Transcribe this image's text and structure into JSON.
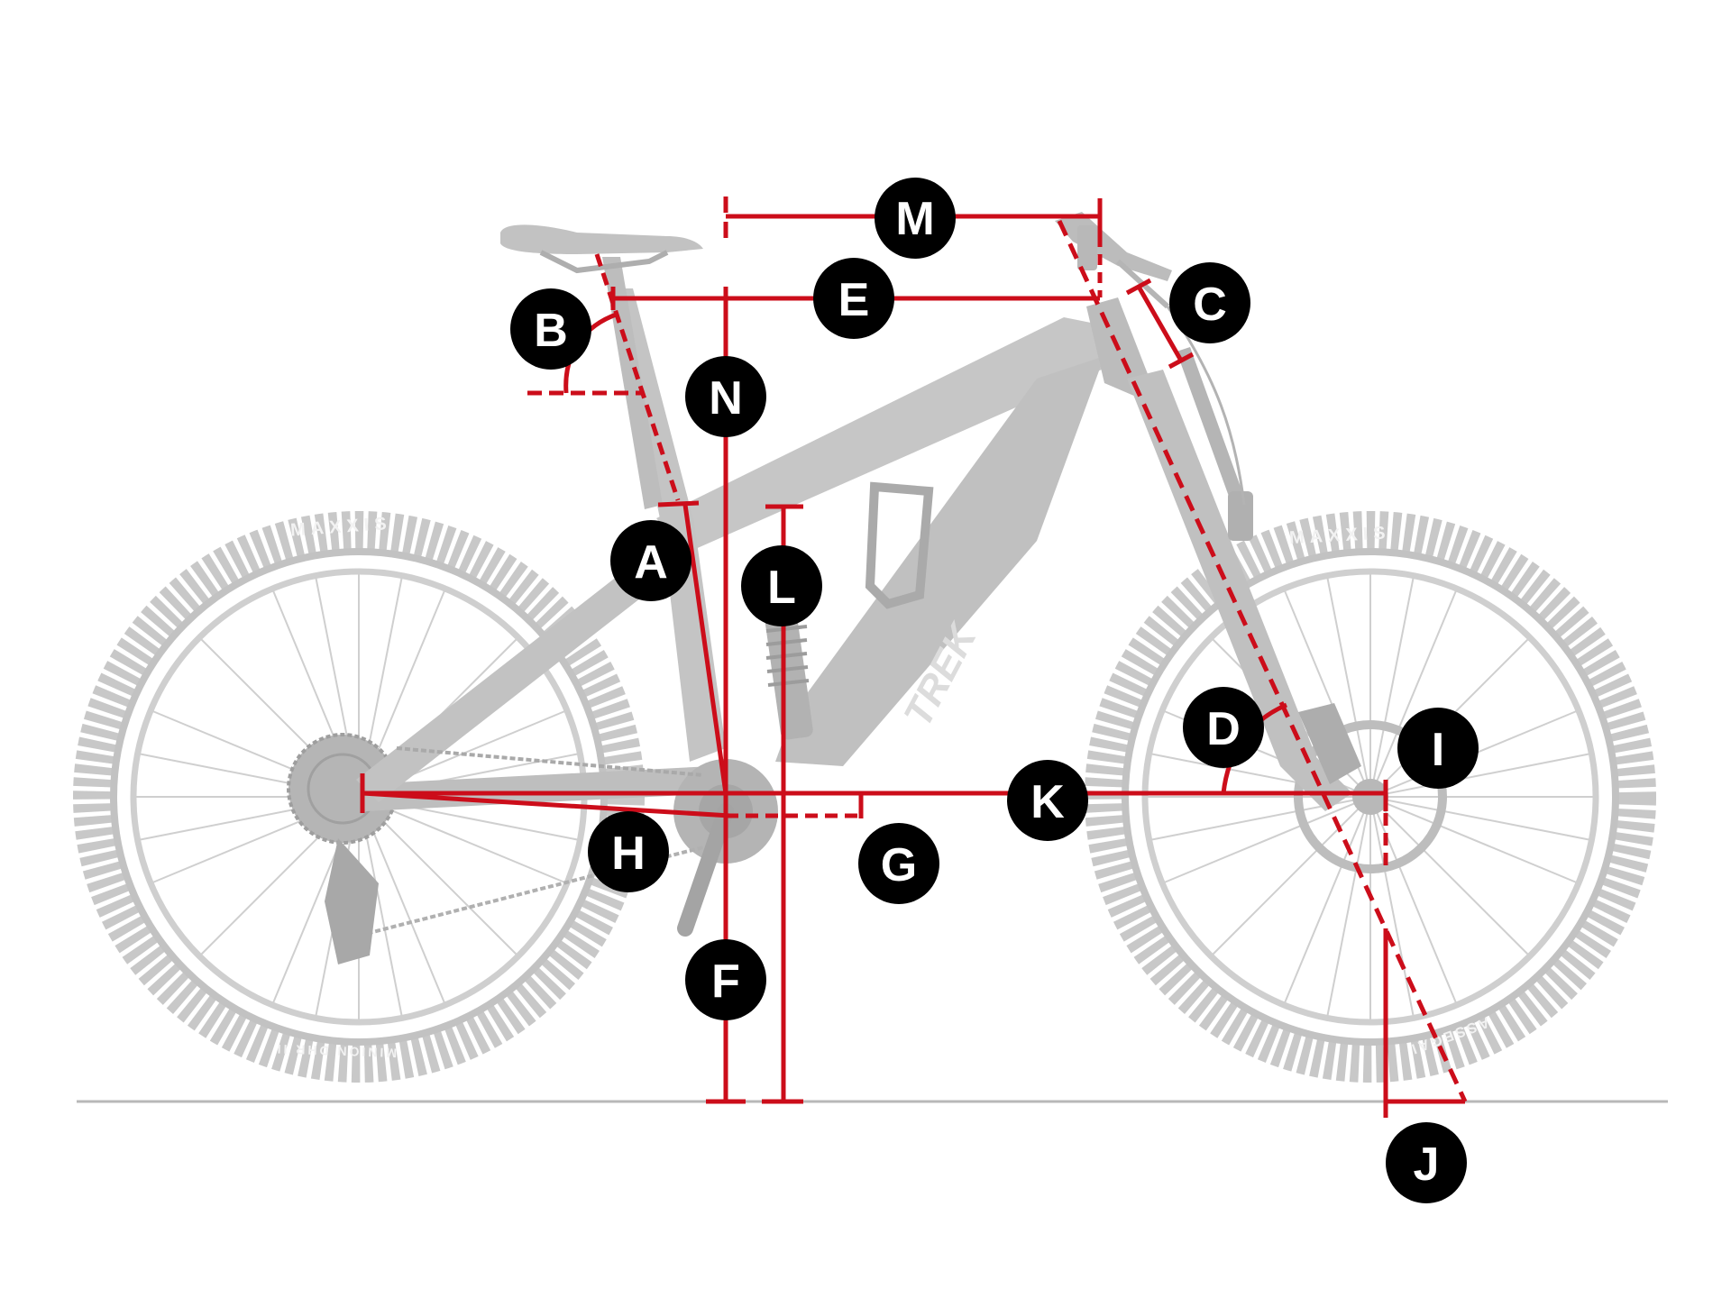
{
  "colors": {
    "dimension": "#cc0d1a",
    "badge": "#000000",
    "badge_text": "#ffffff",
    "bike": "#c4c4c4",
    "bike_dark": "#a8a8a8",
    "ground": "#b8b8b8"
  },
  "bike": {
    "tire_brand": "MAXXIS",
    "frame_brand": "TREK",
    "rear_tire_model": "MINION DHR II",
    "front_tire_model": "ASSEGAI"
  },
  "labels": {
    "a": "A",
    "b": "B",
    "c": "C",
    "d": "D",
    "e": "E",
    "f": "F",
    "g": "G",
    "h": "H",
    "i": "I",
    "j": "J",
    "k": "K",
    "l": "L",
    "m": "M",
    "n": "N"
  }
}
